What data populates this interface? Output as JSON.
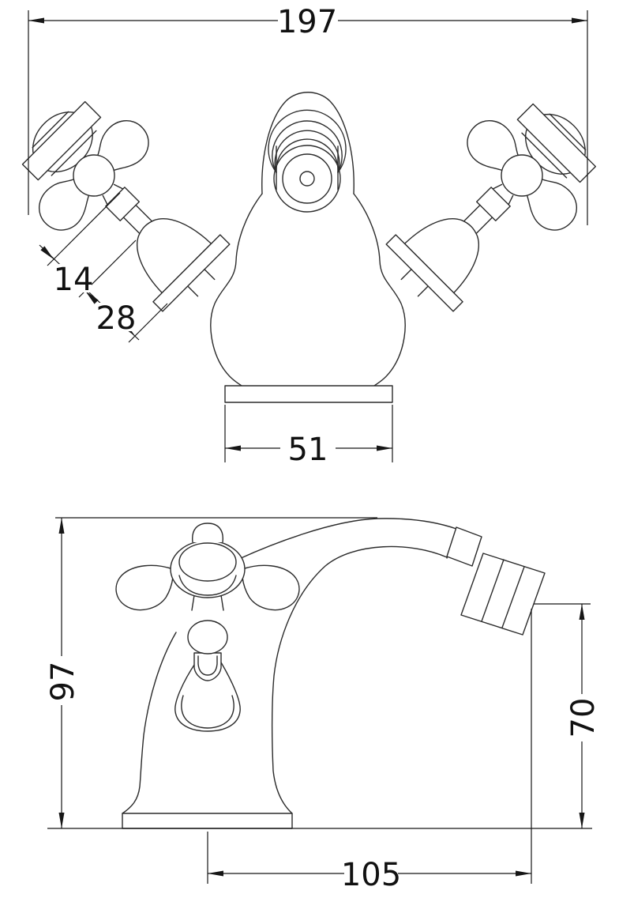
{
  "drawing": {
    "background": "#ffffff",
    "line_color": "#2b2b2b",
    "dimension_color": "#161616",
    "front_view": {
      "dims": {
        "overall_width": "197",
        "handle_segment_small": "14",
        "handle_segment_large": "28",
        "base_width": "51"
      }
    },
    "side_view": {
      "dims": {
        "overall_height": "97",
        "outlet_height": "70",
        "spout_reach": "105"
      }
    }
  }
}
